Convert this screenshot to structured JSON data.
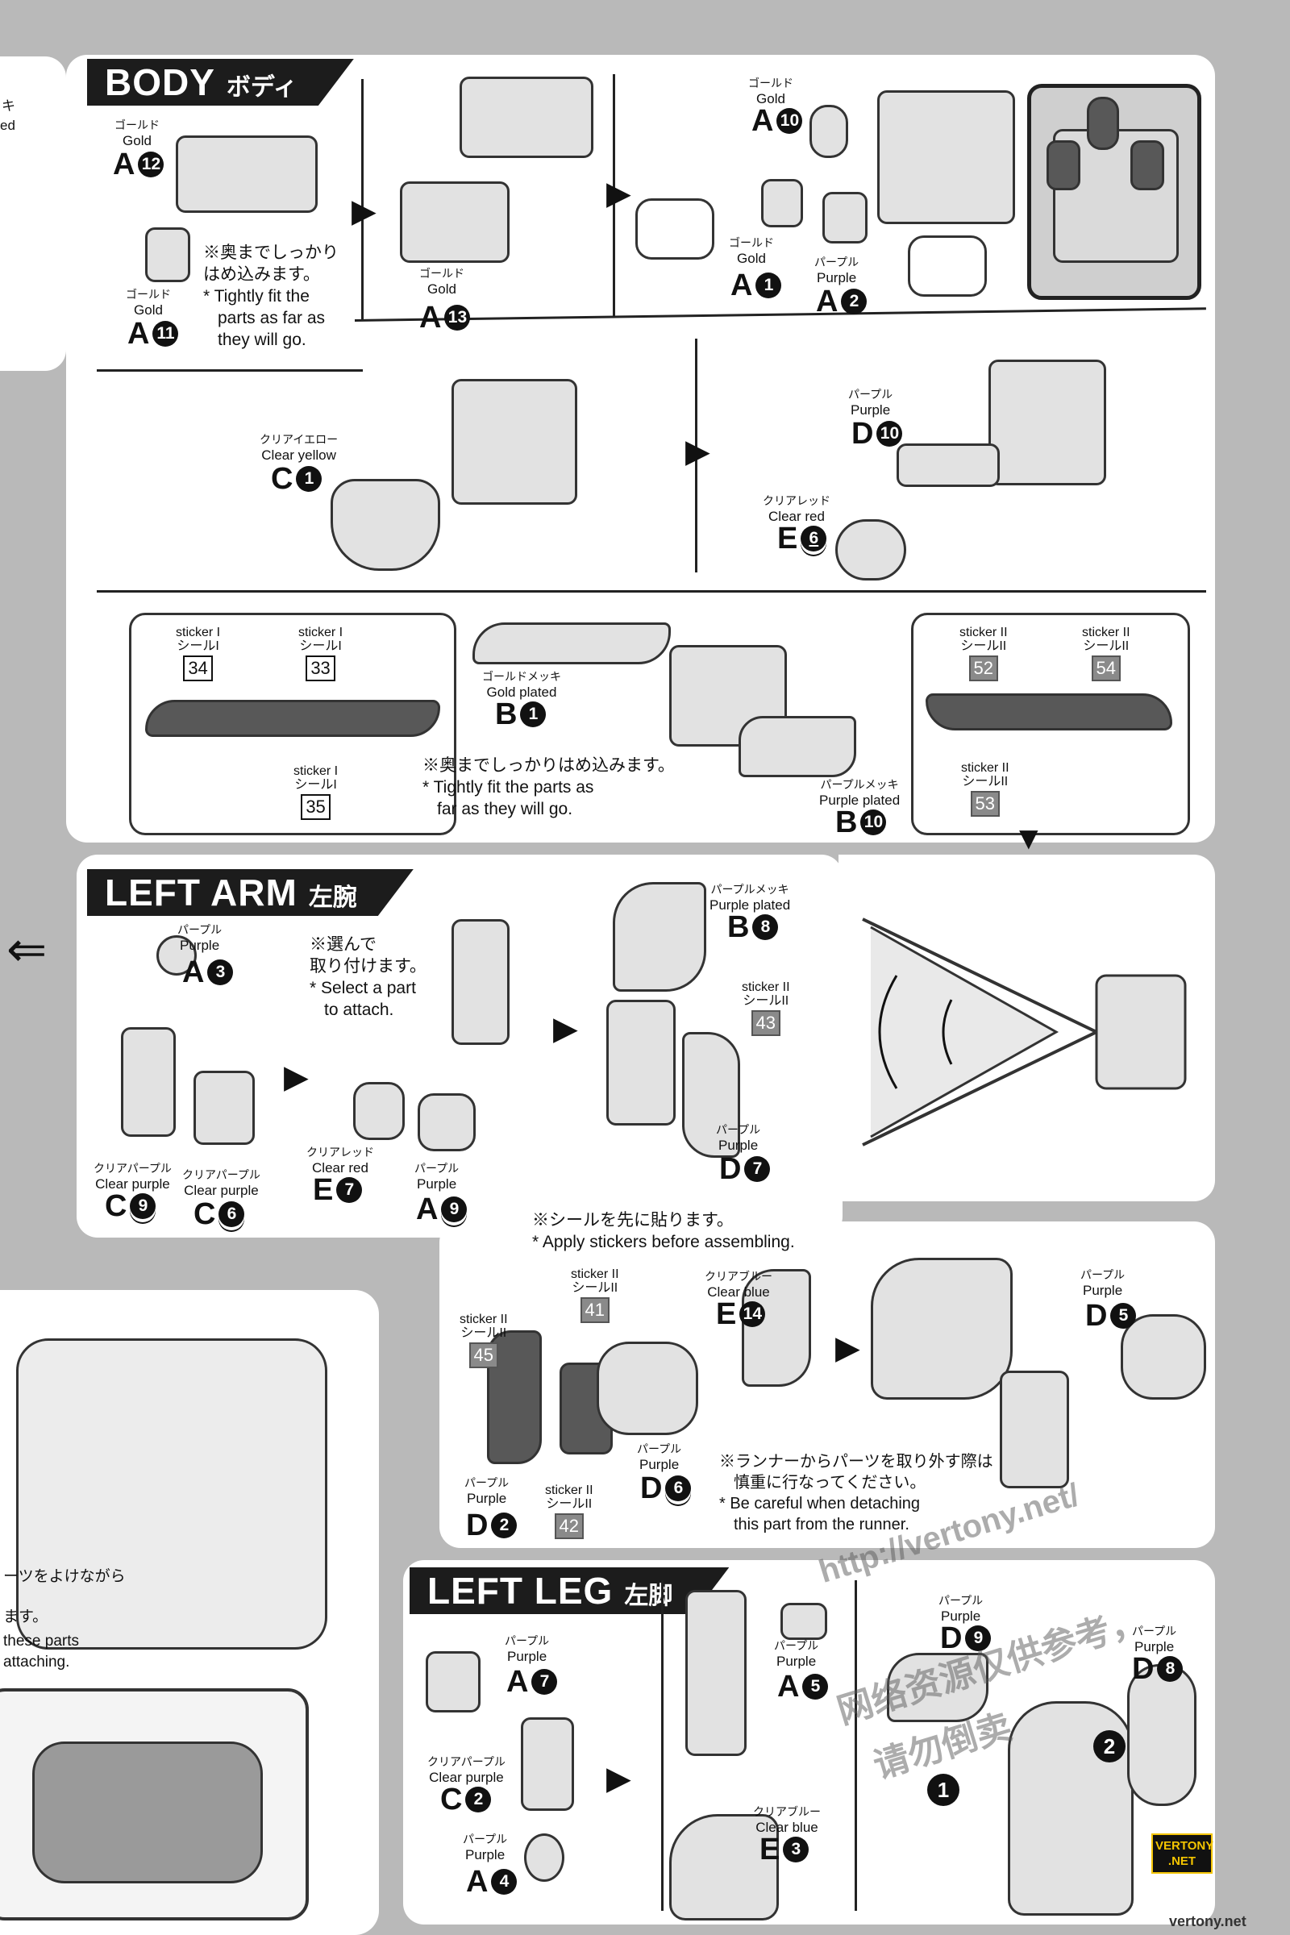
{
  "page": {
    "background": "#b9b9b9",
    "panel": "#ffffff",
    "header": "#1c1c1c"
  },
  "left_edge": {
    "texts": [
      "キ",
      "ed",
      "ーツをよけながら",
      "ます。",
      "these parts",
      "attaching."
    ]
  },
  "body": {
    "title": "BODY",
    "title_jp": "ボディ",
    "step1": {
      "gold_a12": {
        "jp": "ゴールド",
        "en": "Gold",
        "letter": "A",
        "num": "12"
      },
      "gold_a11": {
        "jp": "ゴールド",
        "en": "Gold",
        "letter": "A",
        "num": "11"
      },
      "note_jp1": "※奥までしっかり",
      "note_jp2": "はめ込みます。",
      "note_en1": "* Tightly fit the",
      "note_en2": "parts as far as",
      "note_en3": "they will go."
    },
    "step2": {
      "gold_a13": {
        "jp": "ゴールド",
        "en": "Gold",
        "letter": "A",
        "num": "13"
      }
    },
    "step3": {
      "gold_a10": {
        "jp": "ゴールド",
        "en": "Gold",
        "letter": "A",
        "num": "10"
      },
      "gold_a1": {
        "jp": "ゴールド",
        "en": "Gold",
        "letter": "A",
        "num": "1"
      },
      "purple_a2": {
        "jp": "パープル",
        "en": "Purple",
        "letter": "A",
        "num": "2"
      }
    },
    "step4": {
      "clear_yellow_c1": {
        "jp": "クリアイエロー",
        "en": "Clear yellow",
        "letter": "C",
        "num": "1"
      }
    },
    "step5": {
      "purple_d10": {
        "jp": "パープル",
        "en": "Purple",
        "letter": "D",
        "num": "10"
      },
      "clear_red_e6": {
        "jp": "クリアレッド",
        "en": "Clear red",
        "letter": "E",
        "num": "6"
      }
    },
    "step6": {
      "sticker_i_label": "sticker I",
      "sticker_i_jp": "シールI",
      "sticker_ii_label": "sticker II",
      "sticker_ii_jp": "シールII",
      "s34": "34",
      "s33": "33",
      "s35": "35",
      "s52": "52",
      "s54": "54",
      "s53": "53",
      "gold_plated_b1": {
        "jp": "ゴールドメッキ",
        "en": "Gold plated",
        "letter": "B",
        "num": "1"
      },
      "purple_plated_b10": {
        "jp": "パープルメッキ",
        "en": "Purple plated",
        "letter": "B",
        "num": "10"
      },
      "note_jp": "※奥までしっかりはめ込みます。",
      "note_en1": "* Tightly fit the parts as",
      "note_en2": "far as they will go."
    }
  },
  "left_arm": {
    "title": "LEFT ARM",
    "title_jp": "左腕",
    "purple_a3": {
      "jp": "パープル",
      "en": "Purple",
      "letter": "A",
      "num": "3"
    },
    "clear_purple_c9": {
      "jp": "クリアパープル",
      "en": "Clear purple",
      "letter": "C",
      "num": "9"
    },
    "clear_purple_c6": {
      "jp": "クリアパープル",
      "en": "Clear purple",
      "letter": "C",
      "num": "6"
    },
    "select_jp1": "※選んで",
    "select_jp2": "取り付けます。",
    "select_en1": "* Select a part",
    "select_en2": "to attach.",
    "clear_red_e7": {
      "jp": "クリアレッド",
      "en": "Clear red",
      "letter": "E",
      "num": "7"
    },
    "purple_a9": {
      "jp": "パープル",
      "en": "Purple",
      "letter": "A",
      "num": "9"
    },
    "purple_plated_b8": {
      "jp": "パープルメッキ",
      "en": "Purple plated",
      "letter": "B",
      "num": "8"
    },
    "sticker_ii_label": "sticker II",
    "sticker_ii_jp": "シールII",
    "s43": "43",
    "purple_d7": {
      "jp": "パープル",
      "en": "Purple",
      "letter": "D",
      "num": "7"
    },
    "apply_jp": "※シールを先に貼ります。",
    "apply_en": "* Apply stickers before assembling.",
    "s41": "41",
    "s45": "45",
    "s42": "42",
    "clear_blue_e14": {
      "jp": "クリアブルー",
      "en": "Clear blue",
      "letter": "E",
      "num": "14"
    },
    "purple_d2": {
      "jp": "パープル",
      "en": "Purple",
      "letter": "D",
      "num": "2"
    },
    "purple_d6": {
      "jp": "パープル",
      "en": "Purple",
      "letter": "D",
      "num": "6"
    },
    "purple_d5": {
      "jp": "パープル",
      "en": "Purple",
      "letter": "D",
      "num": "5"
    },
    "runner_jp1": "※ランナーからパーツを取り外す際は",
    "runner_jp2": "慎重に行なってください。",
    "runner_en1": "* Be careful when detaching",
    "runner_en2": "this part from the runner."
  },
  "left_leg": {
    "title": "LEFT LEG",
    "title_jp": "左脚",
    "purple_a7": {
      "jp": "パープル",
      "en": "Purple",
      "letter": "A",
      "num": "7"
    },
    "clear_purple_c2": {
      "jp": "クリアパープル",
      "en": "Clear purple",
      "letter": "C",
      "num": "2"
    },
    "purple_a4": {
      "jp": "パープル",
      "en": "Purple",
      "letter": "A",
      "num": "4"
    },
    "purple_a5": {
      "jp": "パープル",
      "en": "Purple",
      "letter": "A",
      "num": "5"
    },
    "clear_blue_e3": {
      "jp": "クリアブルー",
      "en": "Clear blue",
      "letter": "E",
      "num": "3"
    },
    "purple_d9": {
      "jp": "パープル",
      "en": "Purple",
      "letter": "D",
      "num": "9"
    },
    "purple_d8": {
      "jp": "パープル",
      "en": "Purple",
      "letter": "D",
      "num": "8"
    },
    "order1": "1",
    "order2": "2"
  },
  "watermark": {
    "url": "http://vertony.net/",
    "cn1": "网络资源仅供参考，",
    "cn2": "请勿倒卖",
    "footer": "vertony.net",
    "logo1": "VERTONY",
    "logo2": ".NET"
  }
}
